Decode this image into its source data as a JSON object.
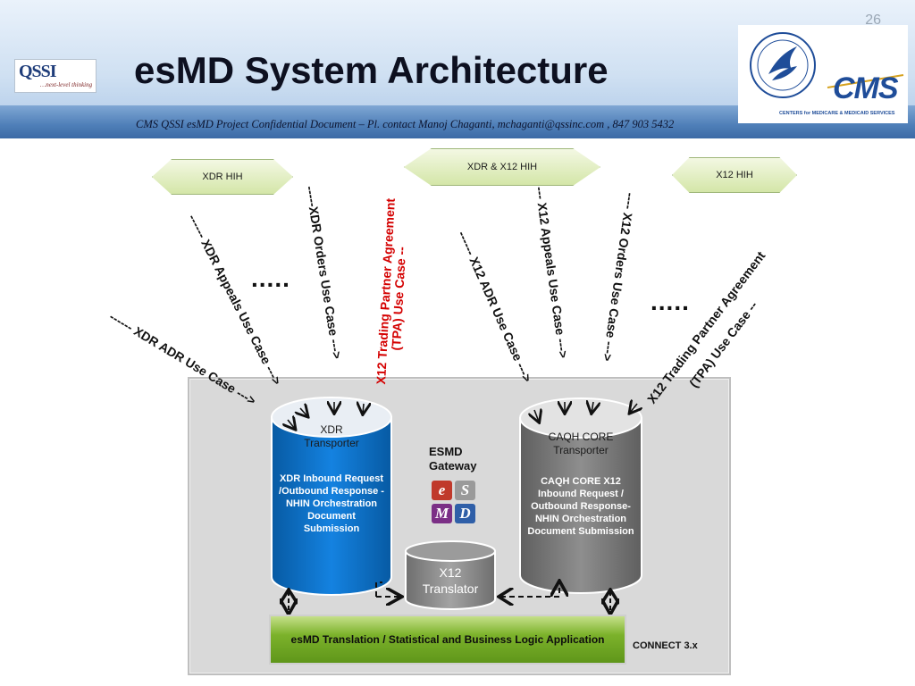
{
  "slide": {
    "title": "esMD System Architecture",
    "page_number": "26",
    "subtitle": "CMS QSSI esMD  Project Confidential Document – Pl. contact Manoj Chaganti, mchaganti@qssinc.com , 847 903 5432"
  },
  "logos": {
    "qssi_text": "QSSI",
    "qssi_tagline": "…next-level thinking",
    "cms_text": "CMS",
    "cms_subtext": "CENTERS for MEDICARE & MEDICAID SERVICES"
  },
  "hih": {
    "xdr": "XDR HIH",
    "xdr_x12": "XDR  & X12 HIH",
    "x12": "X12 HIH"
  },
  "use_cases": {
    "xdr_adr": "------ XDR ADR Use Case --->",
    "xdr_appeals": "------ XDR Appeals Use Case --->",
    "xdr_orders": "-----XDR  Orders Use Case --->",
    "x12_tpa_left_line1": "X12 Trading Partner Agreement",
    "x12_tpa_left_line2": "(TPA) Use Case --",
    "x12_adr": "------ X12 ADR Use Case --->",
    "x12_appeals": "--- X12 Appeals Use Case --->",
    "x12_orders": "---- X12 Orders Use Case --->",
    "x12_tpa_right_line1": "X12 Trading Partner Agreement",
    "x12_tpa_right_line2": "(TPA) Use Case --",
    "dots_left": ".....",
    "dots_right": "....."
  },
  "components": {
    "xdr_transporter": "XDR\nTransporter",
    "xdr_body": "XDR Inbound Request /Outbound Response - NHIN Orchestration Document Submission",
    "caqh_transporter": "CAQH CORE\nTransporter",
    "caqh_body": "CAQH CORE X12 Inbound Request / Outbound Response- NHIN Orchestration Document Submission",
    "x12_translator": "X12\nTranslator",
    "gateway_label": "ESMD\nGateway",
    "gateway_tiles": [
      "e",
      "S",
      "M",
      "D"
    ],
    "business_logic": "esMD Translation / Statistical and  Business Logic Application",
    "connect_label": "CONNECT  3.x"
  },
  "colors": {
    "xdr_cylinder": "#0a6fc7",
    "caqh_cylinder": "#7c7c7c",
    "translator": "#888888",
    "green_bar": "#7cb22b",
    "red_text": "#d40000",
    "panel": "#d9d9d9",
    "tile_e": "#c0392b",
    "tile_s": "#9a9a9a",
    "tile_m": "#7b2f86",
    "tile_d": "#2f5fa8"
  }
}
